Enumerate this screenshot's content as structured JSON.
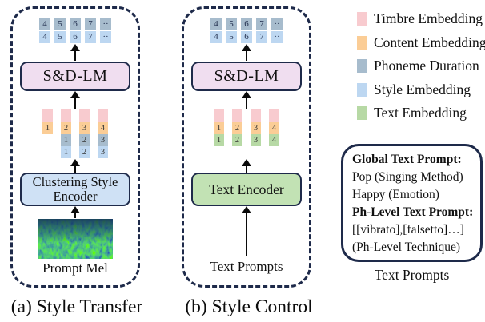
{
  "colors": {
    "navy": "#1e2a4a",
    "timbre": "#f8cbcf",
    "content": "#fbcd96",
    "duration": "#a7bccd",
    "style": "#bdd7f1",
    "text": "#b7d9a5",
    "sdlm_fill": "#f0def0",
    "style_encoder_fill": "#cfe1f5",
    "text_encoder_fill": "#c2e2b4",
    "arrow": "#0a0a0a"
  },
  "legend": {
    "items": [
      {
        "name": "timbre",
        "label": "Timbre Embedding"
      },
      {
        "name": "content",
        "label": "Content Embedding"
      },
      {
        "name": "duration",
        "label": "Phoneme Duration"
      },
      {
        "name": "style",
        "label": "Style Embedding"
      },
      {
        "name": "text",
        "label": "Text Embedding"
      }
    ]
  },
  "panel_a": {
    "caption": "(a) Style Transfer",
    "output_tokens": {
      "duration": [
        "4",
        "5",
        "6",
        "7",
        "··"
      ],
      "style": [
        "4",
        "5",
        "6",
        "7",
        "··"
      ]
    },
    "sdlm_label": "S&D-LM",
    "encoder_line1": "Clustering Style",
    "encoder_line2": "Encoder",
    "source_label": "Prompt Mel",
    "stacks": [
      {
        "segments": [
          {
            "type": "timbre",
            "value": ""
          },
          {
            "type": "content",
            "value": "1"
          }
        ]
      },
      {
        "segments": [
          {
            "type": "timbre",
            "value": ""
          },
          {
            "type": "content",
            "value": "2"
          },
          {
            "type": "duration",
            "value": "1"
          },
          {
            "type": "style",
            "value": "1"
          }
        ]
      },
      {
        "segments": [
          {
            "type": "timbre",
            "value": ""
          },
          {
            "type": "content",
            "value": "3"
          },
          {
            "type": "duration",
            "value": "2"
          },
          {
            "type": "style",
            "value": "2"
          }
        ]
      },
      {
        "segments": [
          {
            "type": "timbre",
            "value": ""
          },
          {
            "type": "content",
            "value": "4"
          },
          {
            "type": "duration",
            "value": "3"
          },
          {
            "type": "style",
            "value": "3"
          }
        ]
      }
    ]
  },
  "panel_b": {
    "caption": "(b) Style Control",
    "output_tokens": {
      "duration": [
        "4",
        "5",
        "6",
        "7",
        "··"
      ],
      "style": [
        "4",
        "5",
        "6",
        "7",
        "··"
      ]
    },
    "sdlm_label": "S&D-LM",
    "encoder_label": "Text Encoder",
    "source_label": "Text Prompts",
    "stacks": [
      {
        "segments": [
          {
            "type": "timbre",
            "value": ""
          },
          {
            "type": "content",
            "value": "1"
          },
          {
            "type": "text",
            "value": "1"
          }
        ]
      },
      {
        "segments": [
          {
            "type": "timbre",
            "value": ""
          },
          {
            "type": "content",
            "value": "2"
          },
          {
            "type": "text",
            "value": "2"
          }
        ]
      },
      {
        "segments": [
          {
            "type": "timbre",
            "value": ""
          },
          {
            "type": "content",
            "value": "3"
          },
          {
            "type": "text",
            "value": "3"
          }
        ]
      },
      {
        "segments": [
          {
            "type": "timbre",
            "value": ""
          },
          {
            "type": "content",
            "value": "4"
          },
          {
            "type": "text",
            "value": "4"
          }
        ]
      }
    ]
  },
  "prompt_box": {
    "global_header": "Global Text Prompt:",
    "global_line1": "Pop (Singing Method)",
    "global_line2": "Happy (Emotion)",
    "ph_header": "Ph-Level Text Prompt:",
    "ph_line1": "[[vibrato],[falsetto]…]",
    "ph_line2": "(Ph-Level Technique)",
    "caption": "Text Prompts"
  }
}
